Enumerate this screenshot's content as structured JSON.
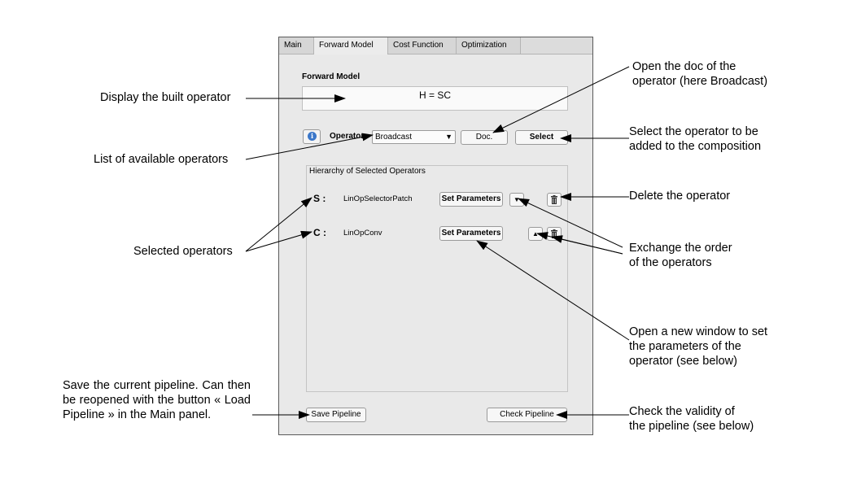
{
  "window": {
    "tabs": [
      {
        "label": "Main"
      },
      {
        "label": "Forward Model"
      },
      {
        "label": "Cost Function"
      },
      {
        "label": "Optimization"
      }
    ],
    "section_title": "Forward Model",
    "operator_display": "H = SC",
    "operator_label": "Operator",
    "operator_select_value": "Broadcast",
    "doc_button": "Doc.",
    "select_button": "Select",
    "hierarchy_title": "Hierarchy of Selected Operators",
    "selected_operators": [
      {
        "letter": "S :",
        "name": "LinOpSelectorPatch",
        "set_params_label": "Set Parameters"
      },
      {
        "letter": "C :",
        "name": "LinOpConv",
        "set_params_label": "Set Parameters"
      }
    ],
    "save_button": "Save Pipeline",
    "check_button": "Check Pipeline"
  },
  "annotations": {
    "display": "Display the built operator",
    "list": "List of available operators",
    "selected": "Selected operators",
    "save": "Save the current pipeline. Can then be  reopened with the button « Load Pipeline » in the Main panel.",
    "doc": [
      "Open the doc of the",
      "operator (here Broadcast)"
    ],
    "select": [
      "Select the operator to be",
      "added to the composition"
    ],
    "delete": "Delete the operator",
    "exchange": [
      "Exchange the order",
      "of the operators"
    ],
    "params": [
      "Open a new window to set",
      "the parameters of the",
      "operator (see below)"
    ],
    "check": [
      "Check the validity of",
      "the pipeline (see below)"
    ]
  },
  "icons": {
    "info": "info-icon",
    "trash": "trash-icon",
    "arrow_up": "arrow-up-icon",
    "arrow_down": "arrow-down-icon",
    "dropdown": "chevron-down-icon"
  },
  "colors": {
    "info_icon": "#3b77c9"
  }
}
